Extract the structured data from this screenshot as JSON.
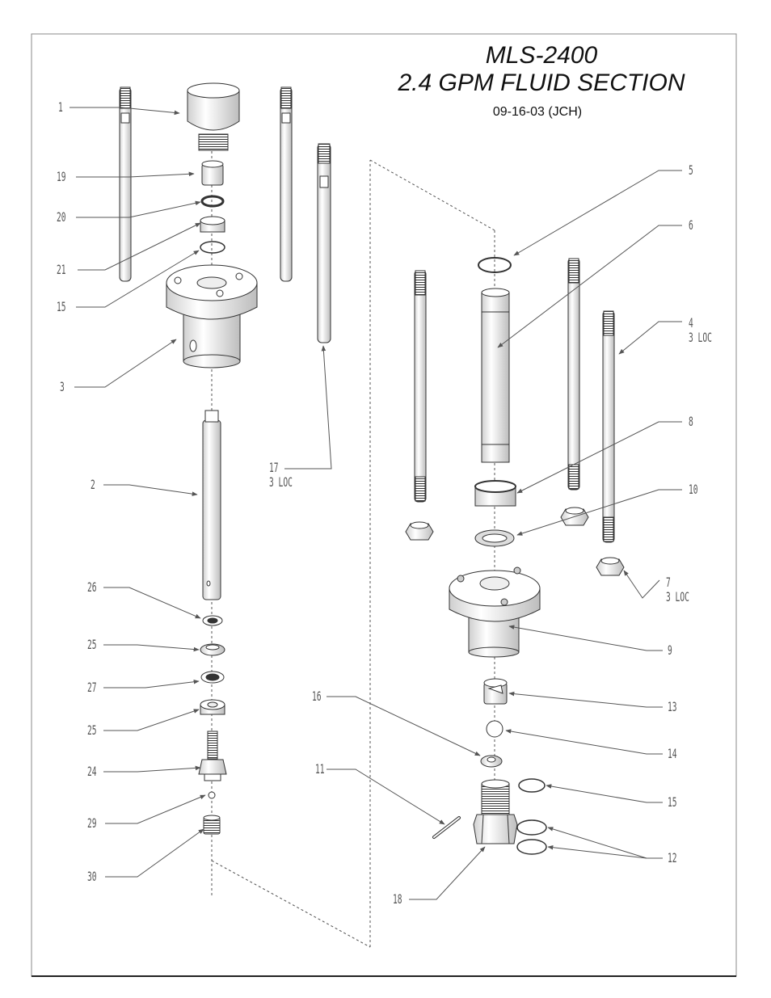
{
  "title": {
    "model": "MLS-2400",
    "section": "2.4 GPM FLUID SECTION",
    "revision": "09-16-03 (JCH)"
  },
  "callouts": {
    "c1": {
      "num": "1"
    },
    "c19": {
      "num": "19"
    },
    "c20": {
      "num": "20"
    },
    "c21": {
      "num": "21"
    },
    "c15a": {
      "num": "15"
    },
    "c3": {
      "num": "3"
    },
    "c2": {
      "num": "2"
    },
    "c17": {
      "num": "17",
      "note": "3 LOC"
    },
    "c26": {
      "num": "26"
    },
    "c25a": {
      "num": "25"
    },
    "c27": {
      "num": "27"
    },
    "c25b": {
      "num": "25"
    },
    "c24": {
      "num": "24"
    },
    "c29": {
      "num": "29"
    },
    "c30": {
      "num": "30"
    },
    "c5": {
      "num": "5"
    },
    "c6": {
      "num": "6"
    },
    "c4": {
      "num": "4",
      "note": "3 LOC"
    },
    "c8": {
      "num": "8"
    },
    "c10": {
      "num": "10"
    },
    "c7": {
      "num": "7",
      "note": "3 LOC"
    },
    "c9": {
      "num": "9"
    },
    "c16": {
      "num": "16"
    },
    "c13": {
      "num": "13"
    },
    "c14": {
      "num": "14"
    },
    "c11": {
      "num": "11"
    },
    "c15b": {
      "num": "15"
    },
    "c12": {
      "num": "12"
    },
    "c18": {
      "num": "18"
    }
  }
}
